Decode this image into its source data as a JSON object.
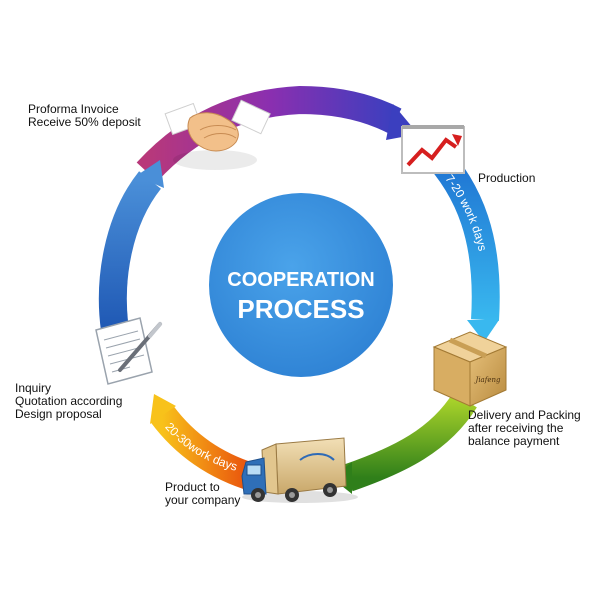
{
  "center": {
    "line1": "COOPERATION",
    "line2": "PROCESS"
  },
  "steps": {
    "proforma": {
      "line1": "Proforma Invoice",
      "line2": "Receive 50% deposit"
    },
    "production": {
      "line1": "Production"
    },
    "delivery": {
      "line1": "Delivery and Packing",
      "line2": "after receiving the",
      "line3": "balance payment"
    },
    "product": {
      "line1": "Product to",
      "line2": "your company"
    },
    "inquiry": {
      "line1": "Inquiry",
      "line2": "Quotation according",
      "line3": "Design proposal"
    }
  },
  "arc_labels": {
    "production_days": "7-20 work days",
    "shipping_days": "20-30work days"
  },
  "box_brand": "Jiafeng",
  "colors": {
    "center_circle": "#3a8fdc",
    "arc_purple": "#8a2fb0",
    "arc_blue_light": "#2aa6ea",
    "arc_green": "#5aa61e",
    "arc_orange": "#f39a11",
    "arc_blue_dark": "#2f6fc2"
  }
}
